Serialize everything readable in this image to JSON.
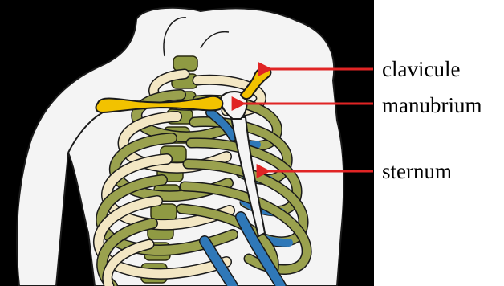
{
  "labels": {
    "clavicule": "clavicule",
    "manubrium": "manubrium",
    "sternum": "sternum"
  },
  "colors": {
    "background": "#000000",
    "skin": "#f4f4f4",
    "skin_outline": "#1a1a1a",
    "vertebra": "#8f9a43",
    "rib_cartilage": "#f3e7c4",
    "rib_olive": "#9aa14e",
    "costal_cartilage": "#2f78b8",
    "clavicle": "#f2c200",
    "sternum": "#f4f4f4",
    "arrow": "#e02424"
  },
  "icons": {
    "arrow": "arrow-left-icon"
  }
}
